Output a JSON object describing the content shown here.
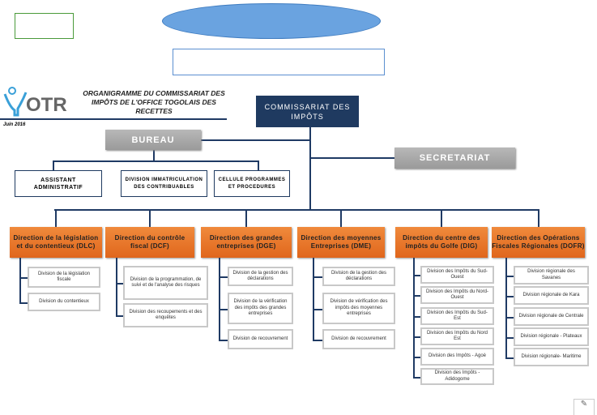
{
  "header": {
    "title": "ORGANIGRAMME DU COMMISSARIAT DES IMPÔTS DE L'OFFICE TOGOLAIS DES RECETTES",
    "date": "Juin 2016",
    "logo_text": "OTR"
  },
  "root": "COMMISSARIAT DES IMPÔTS",
  "bureau": "BUREAU",
  "secretariat": "SECRETARIAT",
  "bureau_units": [
    "ASSISTANT ADMINISTRATIF",
    "DIVISION IMMATRICULATION DES CONTRIBUABLES",
    "CELLULE PROGRAMMES ET PROCEDURES"
  ],
  "colors": {
    "navy": "#1f3a60",
    "orange": "#e8772a",
    "grey": "#a8a8a8"
  },
  "directions": [
    {
      "name": "Direction de la législation et du contentieux (DLC)",
      "divisions": [
        "Division de la législation fiscale",
        "Division du contentieux"
      ]
    },
    {
      "name": "Direction du contrôle fiscal (DCF)",
      "divisions": [
        "Division de la programmation, de suivi et de l'analyse des risques",
        "Division des recoupements et des enquêtes"
      ]
    },
    {
      "name": "Direction des grandes entreprises (DGE)",
      "divisions": [
        "Division de la gestion des déclarations",
        "Division de la vérification des impôts des grandes entreprises",
        "Division de recouvrement"
      ]
    },
    {
      "name": "Direction des moyennes Entreprises (DME)",
      "divisions": [
        "Division de la gestion des déclarations",
        "Division de vérification des impôts des moyennes entreprises",
        "Division de recouvrement"
      ]
    },
    {
      "name": "Direction du centre des impôts du Golfe (DIG)",
      "divisions": [
        "Division des Impôts du Sud-Ouest",
        "Division des Impôts du Nord-Ouest",
        "Division des Impôts du Sud-Est",
        "Division des Impôts du Nord Est",
        "Division des Impôts - Agoè",
        "Division des Impôts - Adidogome"
      ]
    },
    {
      "name": "Direction des Opérations Fiscales Régionales (DOFR)",
      "divisions": [
        "Division régionale des Savanes",
        "Division régionale de Kara",
        "Division régionale de Centrale",
        "Division régionale - Plateaux",
        "Division régionale- Maritime"
      ]
    }
  ]
}
